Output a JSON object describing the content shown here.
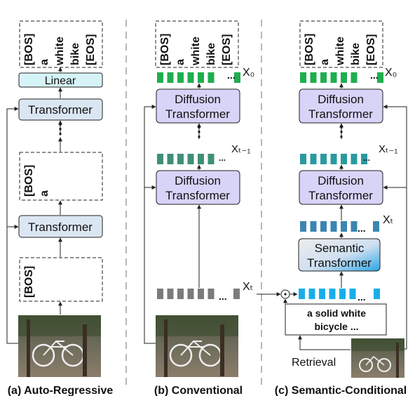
{
  "colors": {
    "transformer_blue": "#dbe6f3",
    "diffusion_purple": "#d8d4f8",
    "linear_cyan": "#d6f4f8",
    "token_green": "#1fae4e",
    "token_teal_dark": "#3f8f77",
    "token_teal": "#2a9aa0",
    "token_steel": "#3a86b0",
    "token_gray": "#7b7b7b",
    "token_sky": "#19aee8",
    "semantic_gradient_light": "#ececec",
    "semantic_gradient_blue": "#2aa6e6"
  },
  "panel_a": {
    "top_tokens": [
      "[BOS]",
      "a",
      "white",
      "bike",
      "[EOS]"
    ],
    "linear_label": "Linear",
    "transformer_label": "Transformer",
    "mid_tokens": [
      "[BOS]",
      "a"
    ],
    "bottom_tokens": [
      "[BOS]"
    ],
    "ellipsis": "⋮",
    "caption": "(a) Auto-Regressive"
  },
  "panel_b": {
    "top_tokens": [
      "[BOS]",
      "a",
      "white",
      "bike",
      "[EOS]"
    ],
    "x0_label": "X₀",
    "xt1_label": "Xₜ₋₁",
    "xt_label": "Xₜ",
    "dots": "...",
    "dt_line1": "Diffusion",
    "dt_line2": "Transformer",
    "ellipsis": "⋮",
    "caption": "(b) Conventional"
  },
  "panel_c": {
    "top_tokens": [
      "[BOS]",
      "a",
      "white",
      "bike",
      "[EOS]"
    ],
    "x0_label": "X₀",
    "xt1_label": "Xₜ₋₁",
    "xt_label": "Xₜ",
    "dots": "...",
    "dt_line1": "Diffusion",
    "dt_line2": "Transformer",
    "st_line1": "Semantic",
    "st_line2": "Transformer",
    "text_line1": "a solid white",
    "text_line2": "bicycle ...",
    "odot": "⊙",
    "retrieval_label": "Retrieval",
    "ellipsis": "⋮",
    "caption": "(c) Semantic-Conditional"
  }
}
